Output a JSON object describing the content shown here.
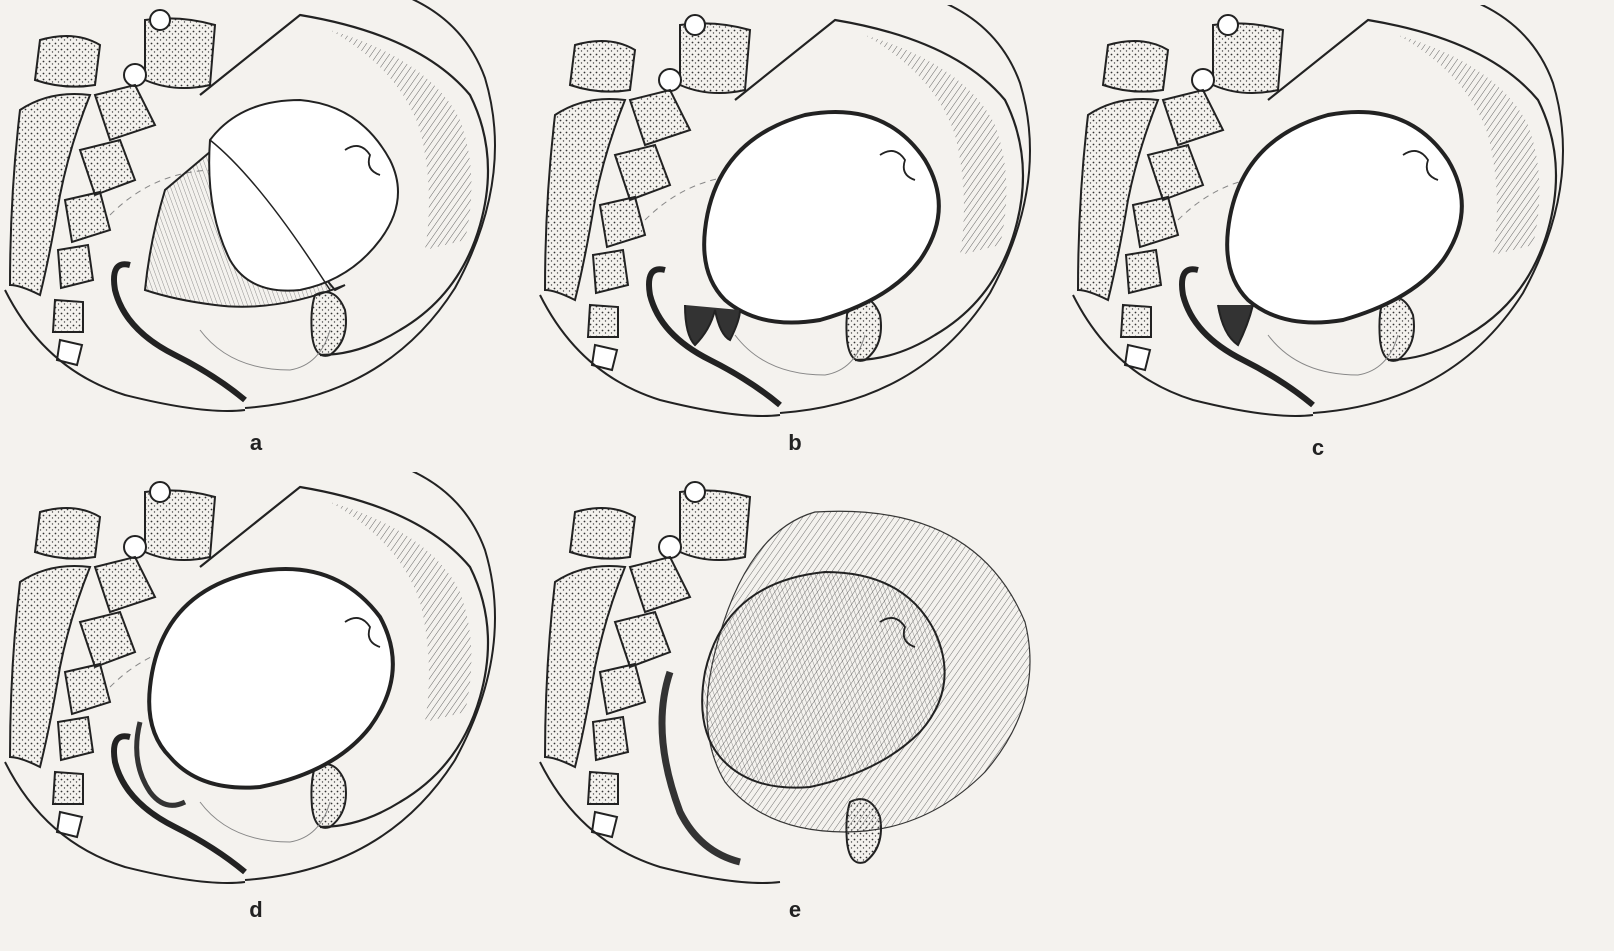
{
  "panels": [
    {
      "id": "a",
      "label": "a",
      "membrane": "intact-sac",
      "head_station": "high"
    },
    {
      "id": "b",
      "label": "b",
      "membrane": "thin-rim",
      "head_station": "mid"
    },
    {
      "id": "c",
      "label": "c",
      "membrane": "thin-rim",
      "head_station": "mid"
    },
    {
      "id": "d",
      "label": "d",
      "membrane": "thin-rim",
      "head_station": "low"
    },
    {
      "id": "e",
      "label": "e",
      "membrane": "hatched-descended",
      "head_station": "low"
    }
  ],
  "colors": {
    "ink": "#222222",
    "paper": "#f4f2ee",
    "fill": "#ffffff",
    "bone_fill": "#e9e7e2"
  }
}
